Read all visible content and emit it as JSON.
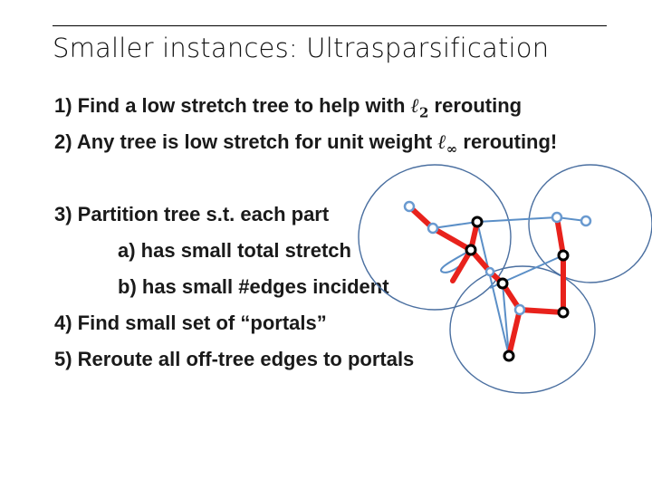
{
  "slide": {
    "title": "Smaller instances: Ultrasparsification",
    "items": {
      "i1": {
        "pre": "1) Find a low stretch tree to help with ",
        "math_base": "ℓ",
        "math_sub": "2",
        "post": " rerouting"
      },
      "i2": {
        "pre": "2) Any tree is low stretch for unit weight ",
        "math_base": "ℓ",
        "math_sub": "∞",
        "post": " rerouting!"
      },
      "i3": {
        "text": "3) Partition tree s.t. each part"
      },
      "i3a": {
        "text": "a) has small total stretch"
      },
      "i3b": {
        "text": "b) has small #edges incident"
      },
      "i4": {
        "pre": "4) Find small set of “",
        "bold": "portals",
        "post": "”"
      },
      "i5": {
        "text": "5) Reroute all off-tree edges to portals"
      }
    }
  },
  "diagram": {
    "colors": {
      "circle": "#4a6fa0",
      "tree_edge": "#e8221c",
      "off_tree_edge": "#5b8fc7",
      "node_fill": "#ffffff",
      "blue_node_stroke": "#6a9ad0",
      "portal_stroke": "#000000"
    }
  }
}
